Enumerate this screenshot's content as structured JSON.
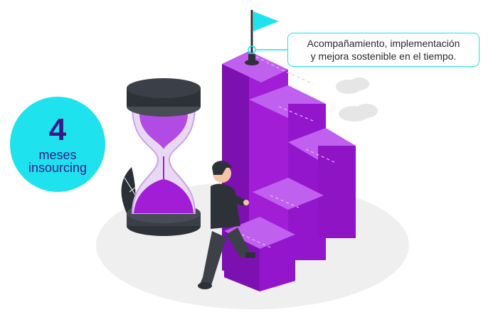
{
  "badge": {
    "number": "4",
    "line1": "meses",
    "line2": "insourcing"
  },
  "callout": {
    "line1": "Acompañamiento, implementación",
    "line2": "y mejora sostenible en el tiempo."
  },
  "colors": {
    "accent_cyan": "#1ee3ef",
    "stairs_purple": "#a11ed6",
    "badge_text": "#3a1a8a"
  },
  "icons": [
    "flag-icon",
    "hourglass-icon",
    "stairs-illustration",
    "person-illustration",
    "cloud-icon",
    "plant-icon"
  ]
}
